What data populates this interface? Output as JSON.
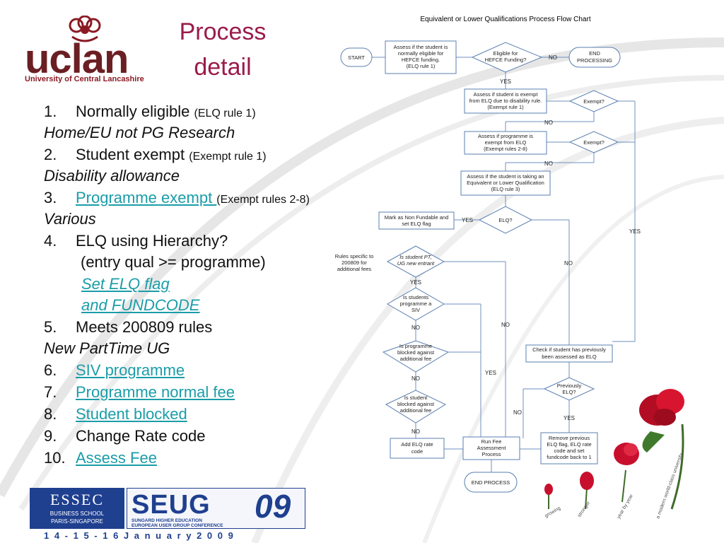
{
  "logo": {
    "word": "uclan",
    "subtitle": "University of Central Lancashire"
  },
  "title": {
    "line1": "Process",
    "line2": "detail"
  },
  "list": [
    {
      "num": "1.",
      "main": "Normally eligible",
      "small": "(ELQ rule 1)",
      "sub": "Home/EU not PG Research"
    },
    {
      "num": "2.",
      "main": "Student exempt",
      "small": "(Exempt rule 1)",
      "sub": "Disability allowance"
    },
    {
      "num": "3.",
      "main": "Programme exempt ",
      "small": "(Exempt rules 2-8)",
      "sub": "Various"
    },
    {
      "num": "4.",
      "main": "ELQ using Hierarchy?",
      "sub": "(entry qual >= programme)",
      "sub2": "Set ELQ flag",
      "sub3": "and FUNDCODE"
    },
    {
      "num": "5.",
      "main": "Meets 200809 rules",
      "sub": "New PartTime UG"
    },
    {
      "num": "6.",
      "main": "SIV programme"
    },
    {
      "num": "7.",
      "main": "Programme normal fee"
    },
    {
      "num": "8.",
      "main": "Student blocked"
    },
    {
      "num": "9.",
      "main": "Change Rate code"
    },
    {
      "num": "10.",
      "main": "Assess Fee"
    }
  ],
  "flowchart": {
    "title": "Equivalent or Lower Qualifications Process Flow Chart",
    "start": "START",
    "end_processing": [
      "END",
      "PROCESSING"
    ],
    "assess_normal": [
      "Assess if the student is",
      "normally eligible for",
      "HEFCE funding.",
      "(ELQ rule 1)"
    ],
    "eligible_q": [
      "Eligible for",
      "HEFCE Funding?"
    ],
    "assess_exempt": [
      "Assess if student is exempt",
      "from ELQ due to disability rule.",
      "(Exempt rule 1)"
    ],
    "exempt_q": "Exempt?",
    "assess_prog": [
      "Assess if programme is",
      "exempt from ELQ",
      "(Exempt rules 2-8)"
    ],
    "assess_elq": [
      "Assess if the student is taking an",
      "Equivalent or Lower Qualification",
      "(ELQ rule 3)"
    ],
    "elq_q": "ELQ?",
    "mark_nonfund": [
      "Mark as Non Fundable and",
      "set ELQ flag"
    ],
    "rules_note": [
      "Rules specific to",
      "200809 for",
      "additional fees"
    ],
    "pt_q": [
      "Is student PT,",
      "UG new entrant"
    ],
    "siv_q": [
      "Is students",
      "programme a",
      "SIV"
    ],
    "blocked_prog_q": [
      "Is programme",
      "blocked against",
      "additional fee"
    ],
    "blocked_student_q": [
      "Is student",
      "blocked against",
      "additional fee"
    ],
    "add_elq": [
      "Add ELQ rate",
      "code"
    ],
    "run_fee": [
      "Run Fee",
      "Assessment",
      "Process"
    ],
    "end_process": "END PROCESS",
    "check_prev": [
      "Check if student has previously",
      "been assessed as ELQ"
    ],
    "prev_q": [
      "Previously",
      "ELQ?"
    ],
    "remove_prev": [
      "Remove previous",
      "ELQ flag, ELQ rate",
      "code and set",
      "fundcode back to 1"
    ],
    "yes": "YES",
    "no": "NO"
  },
  "banner": {
    "essec": "ESSEC",
    "essec_sub1": "BUSINESS SCHOOL",
    "essec_sub2": "PARIS-SINGAPORE",
    "seug": "SEUG",
    "seug_year": "09",
    "seug_sub1": "SUNGARD HIGHER EDUCATION",
    "seug_sub2": "EUROPEAN USER GROUP CONFERENCE",
    "dates": "1 4 - 1 5 - 1 6   J a n u a r y   2 0 0 9"
  },
  "roses": {
    "w1": "growing",
    "w2": "stronger",
    "w3": "year by year",
    "w4": "a modern world-class university"
  },
  "colors": {
    "title": "#9b1b4a",
    "link": "#1a9da8",
    "logo": "#6b1f23",
    "rose": "#c8102e",
    "banner_blue": "#1f3f8f"
  }
}
